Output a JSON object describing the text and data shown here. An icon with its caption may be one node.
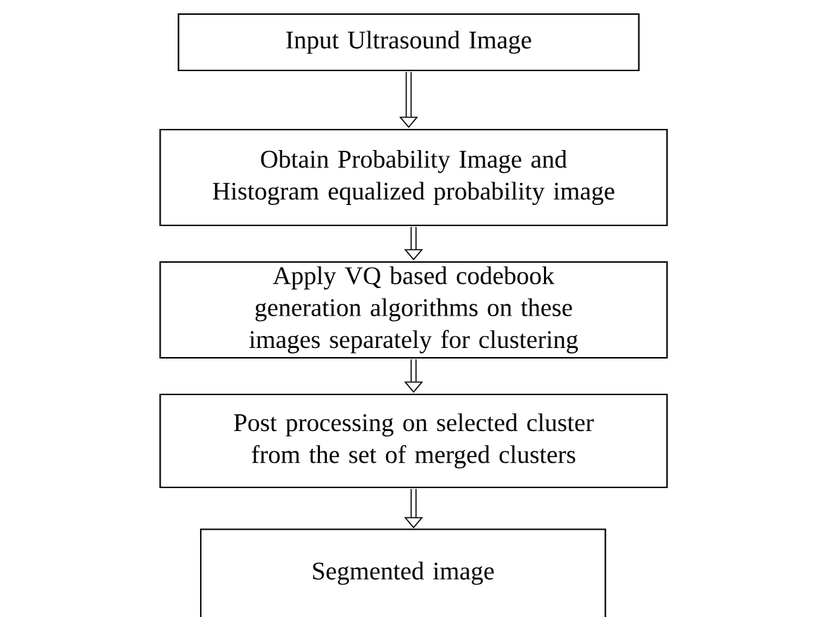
{
  "diagram": {
    "nodes": [
      {
        "text": [
          "Input Ultrasound Image"
        ]
      },
      {
        "text": [
          "Obtain Probability Image and Histogram equalized probability image"
        ]
      },
      {
        "text": [
          "Apply VQ based codebook generation algorithms on these images separately for clustering"
        ]
      },
      {
        "text": [
          "Post processing on selected cluster from the set of merged clusters"
        ]
      },
      {
        "text": [
          "Segmented image"
        ]
      }
    ],
    "edges": [
      {
        "from": 0,
        "to": 1,
        "arrow": "to"
      },
      {
        "from": 1,
        "to": 2,
        "arrow": "to"
      },
      {
        "from": 2,
        "to": 3,
        "arrow": "to"
      },
      {
        "from": 3,
        "to": 4,
        "arrow": "to"
      }
    ]
  }
}
